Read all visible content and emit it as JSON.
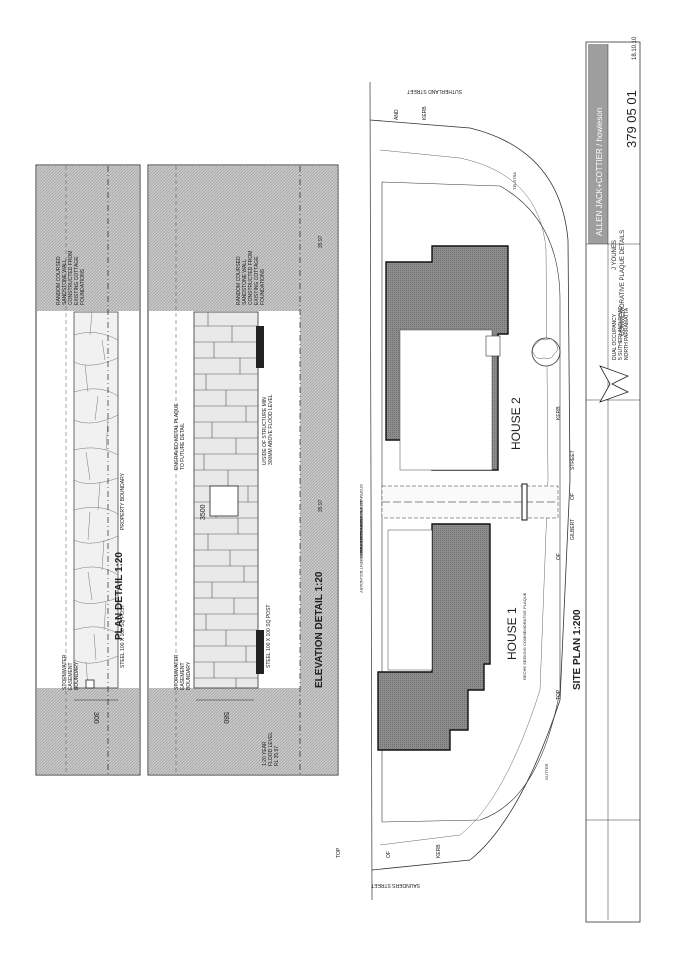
{
  "plan_detail": {
    "title": "PLAN DETAIL 1:20",
    "dim_300": "300",
    "label_stormwater": [
      "STORMWATER",
      "EASEMENT",
      "BOUNDARY"
    ],
    "label_steel": "STEEL 100 X 100 SQ POST",
    "label_property": "PROPERTY BOUNDARY",
    "label_wall": [
      "RANDOM COURSED",
      "SANDSTONE WALL",
      "CONSTRUCTED FROM",
      "EXISTING COTTAGE",
      "FOUNDATIONS"
    ]
  },
  "elevation_detail": {
    "title": "ELEVATION DETAIL 1:20",
    "dim_580": "580",
    "dim_3500": "3500",
    "flood": [
      "1:20 YEAR",
      "FLOOD LEVEL",
      "RL 35.97"
    ],
    "label_stormwater": [
      "STORMWATER",
      "EASEMENT",
      "BOUNDARY"
    ],
    "label_steel": "STEEL 100 X 100 SQ POST",
    "label_plaque": [
      "ENGRAVED METAL PLAQUE",
      "TO FUTURE DETAIL"
    ],
    "label_underside": [
      "U/SIDE OF STRUCTURE MIN",
      "300MM ABOVE FLOOD LEVEL"
    ],
    "label_wall": [
      "RANDOM COURSED",
      "SANDSTONE WALL",
      "CONSTRUCTED FROM",
      "EXISTING COTTAGE",
      "FOUNDATIONS"
    ],
    "rl_top": "35.97",
    "rl_mid": "35.97"
  },
  "site_plan": {
    "title": "SITE PLAN 1:200",
    "house1": "HOUSE 1",
    "house2": "HOUSE 2",
    "street_top": "SUTHERLAND STREET",
    "street_bottom": "SAUNDERS STREET",
    "road_words_left": [
      "TOP",
      "OF",
      "KERB"
    ],
    "road_words_mid": [
      "TOP",
      "OF",
      "KERB"
    ],
    "road_words_right": [
      "KERB",
      "AND"
    ],
    "gilbert": [
      "GILBERT",
      "OF",
      "STREET"
    ],
    "easement_top": "STORMWATER EASEMENT BOUNDARY",
    "easement_pipe": "450 DIA STORMWATER PIPE",
    "property_boundary": "PROPERTY BOUNDARY",
    "easement_bottom": "STORMWATER EASEMENT BOUNDARY",
    "plaque_note": "RECHE SEEKING COMMEMORATIVE PLAQUE",
    "gutter": "GUTTER",
    "telstra": "TELSTRA"
  },
  "title_block": {
    "firm": "ALLEN JACK+COTTIER / howieson",
    "project": [
      "DUAL OCCUPANCY",
      "5 SUTHERLAND ROAD",
      "NORTH PARRAMATTA"
    ],
    "client": "J YOUNES",
    "drawing": "COMMEMORATIVE PLAQUE DETAILS",
    "number": "379 05 01",
    "date": "18.10.10"
  }
}
